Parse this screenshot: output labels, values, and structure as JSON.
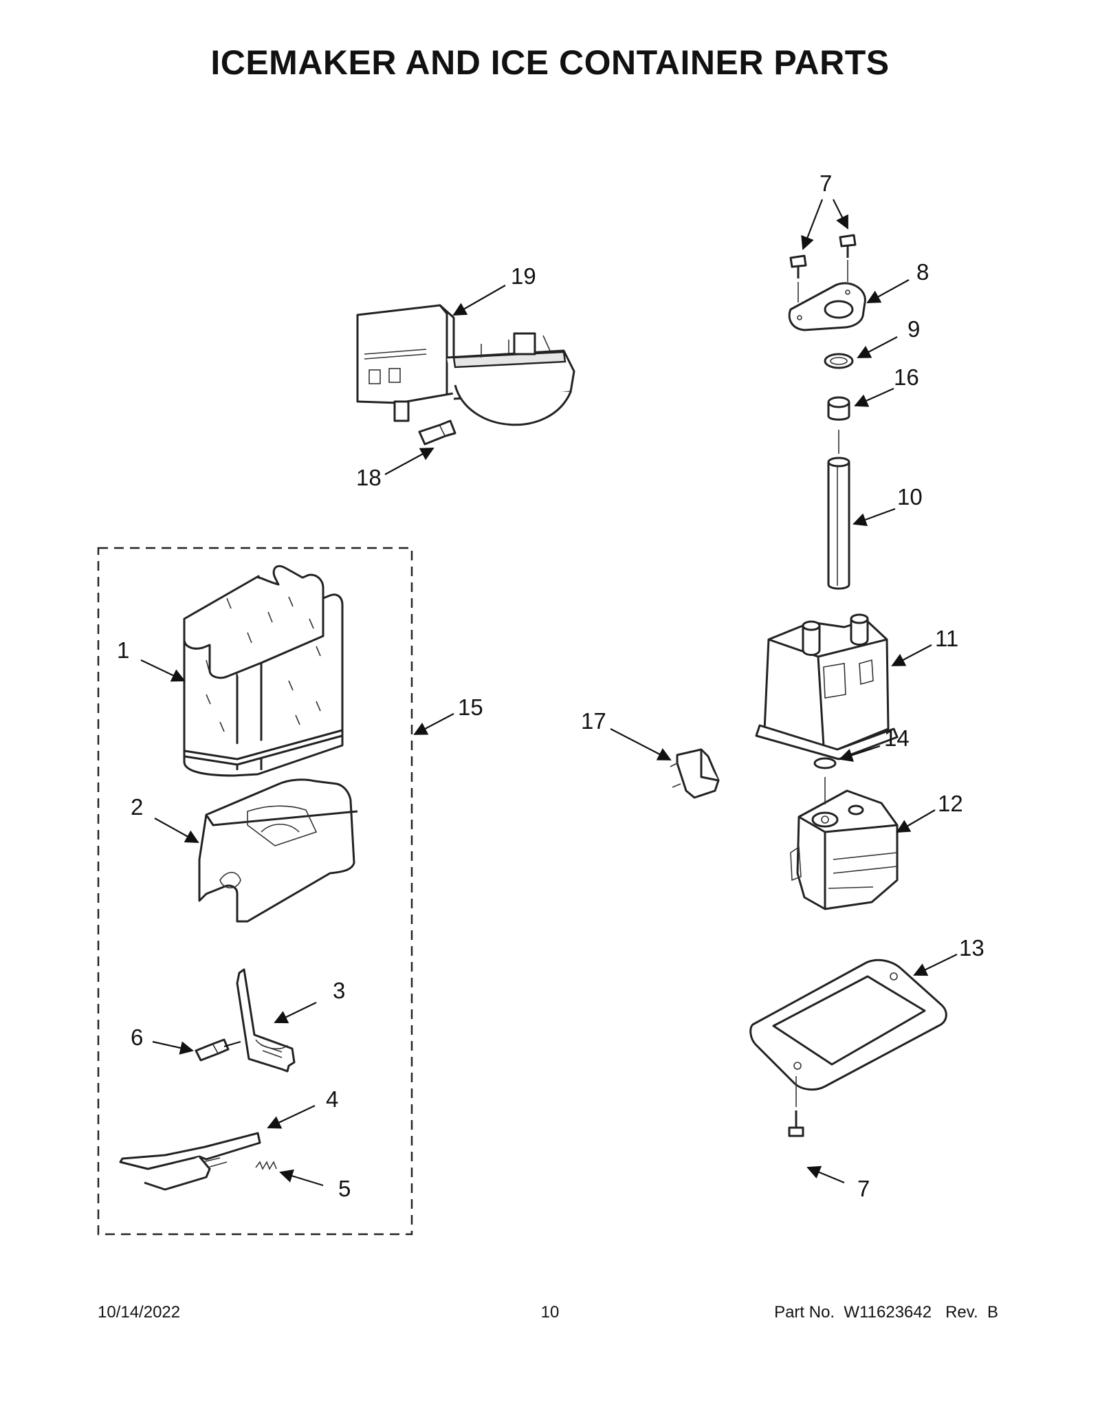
{
  "page": {
    "title": "ICEMAKER AND ICE CONTAINER PARTS",
    "footer": {
      "date": "10/14/2022",
      "page_number": "10",
      "part_number": "Part No.  W11623642   Rev.  B"
    }
  },
  "callouts": [
    {
      "id": "c1",
      "label": "1"
    },
    {
      "id": "c2",
      "label": "2"
    },
    {
      "id": "c3",
      "label": "3"
    },
    {
      "id": "c4",
      "label": "4"
    },
    {
      "id": "c5",
      "label": "5"
    },
    {
      "id": "c6",
      "label": "6"
    },
    {
      "id": "c7a",
      "label": "7"
    },
    {
      "id": "c7b",
      "label": "7"
    },
    {
      "id": "c8",
      "label": "8"
    },
    {
      "id": "c9",
      "label": "9"
    },
    {
      "id": "c10",
      "label": "10"
    },
    {
      "id": "c11",
      "label": "11"
    },
    {
      "id": "c12",
      "label": "12"
    },
    {
      "id": "c13",
      "label": "13"
    },
    {
      "id": "c14",
      "label": "14"
    },
    {
      "id": "c15",
      "label": "15"
    },
    {
      "id": "c16",
      "label": "16"
    },
    {
      "id": "c17",
      "label": "17"
    },
    {
      "id": "c18",
      "label": "18"
    },
    {
      "id": "c19",
      "label": "19"
    }
  ]
}
